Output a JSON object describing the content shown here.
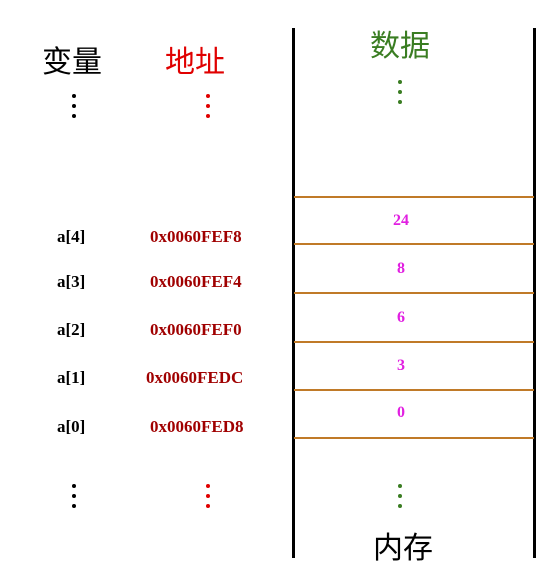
{
  "headers": {
    "variable": "变量",
    "address": "地址",
    "data": "数据",
    "memory": "内存"
  },
  "colors": {
    "variable_header": "#000000",
    "address_header": "#e00000",
    "data_header": "#3a7d22",
    "address_text": "#a00000",
    "value_text": "#e11fe1",
    "cell_border": "#c07a28",
    "ellipsis_black": "#000000",
    "ellipsis_red": "#e00000",
    "ellipsis_green": "#3a7d22"
  },
  "cells": [
    {
      "name": "a[4]",
      "address": "0x0060FEF8",
      "value": "24"
    },
    {
      "name": "a[3]",
      "address": "0x0060FEF4",
      "value": "8"
    },
    {
      "name": "a[2]",
      "address": "0x0060FEF0",
      "value": "6"
    },
    {
      "name": "a[1]",
      "address": "0x0060FEDC",
      "value": "3"
    },
    {
      "name": "a[0]",
      "address": "0x0060FED8",
      "value": "0"
    }
  ]
}
